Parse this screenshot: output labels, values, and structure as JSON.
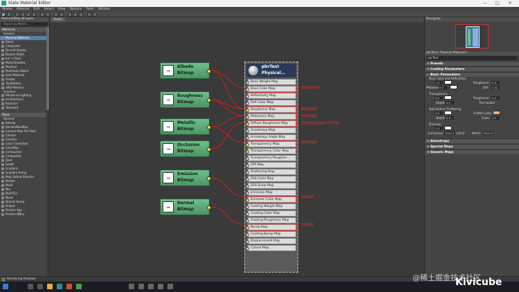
{
  "window": {
    "title": "Slate Material Editor",
    "minimize": "—",
    "maximize": "□",
    "close": "✕"
  },
  "menu": [
    "Modes",
    "Material",
    "Edit",
    "Select",
    "View",
    "Options",
    "Tools",
    "Utilities"
  ],
  "left_panel": {
    "title": "Material/Map Browser",
    "search_placeholder": "Search by Name ...",
    "materials_group": "Materials",
    "general_sub": "General",
    "general_items": [
      "Physical Material",
      "Blend",
      "Composite",
      "DirectX Shader",
      "Double Sided",
      "Ink 'n Paint",
      "Matte/Shadow",
      "Morpher",
      "Multi/Sub-Object",
      "Shell Material",
      "Shellac",
      "Top/Bottom",
      "XRef Material"
    ],
    "scanline_sub": "Scanline",
    "scanline_items": [
      "Advanced Lighting...",
      "Architectural",
      "Raytrace",
      "Standard"
    ],
    "maps_group": "Maps",
    "maps_general_sub": "General",
    "maps_items": [
      "Bitmap",
      "BlendedBoxMap",
      "Camera Map Per Pixel",
      "Cellular",
      "Checker",
      "Color Correction",
      "ColorMap",
      "Combustion",
      "Compositor",
      "Dent",
      "Falloff",
      "Gradient",
      "Gradient Ramp",
      "Map Output Selector",
      "Marble",
      "Mask",
      "Mix",
      "MultiTile",
      "Noise",
      "Normal Bump",
      "Output",
      "Particle Age",
      "Particle MBlur"
    ]
  },
  "view": {
    "tab": "View1"
  },
  "bitmap_nodes": [
    {
      "name": "Albedo",
      "type": "Bitmap"
    },
    {
      "name": "Roughness",
      "type": "Bitmap"
    },
    {
      "name": "Metallic",
      "type": "Bitmap"
    },
    {
      "name": "Occlusion",
      "type": "Bitmap"
    },
    {
      "name": "Emission",
      "type": "Bitmap"
    },
    {
      "name": "Normal",
      "type": "Bitmap"
    }
  ],
  "material_node": {
    "name": "pbrTest",
    "type": "Physical...",
    "slots": [
      "Base Weight Map",
      "Base Color Map",
      "Reflectivity Map",
      "Refl Color Map",
      "Roughness Map",
      "Metalness Map",
      "Diffuse Roughness Map",
      "Anisotropy Map",
      "Anisotropy Angle Map",
      "Transparency Map",
      "Transparency Color Map",
      "Transparency Roughne...",
      "IOR Map",
      "Scattering Map",
      "SSS Color Map",
      "SSS Scale Map",
      "Emission Map",
      "Emission Color Map",
      "Coating Weight Map",
      "Coating Color Map",
      "Coating Roughness Map",
      "Bump Map",
      "Coating Bump Map",
      "Displacement Map",
      "Cutout Map"
    ]
  },
  "annotations": {
    "base_color": "基本颜色贴图",
    "roughness": "粗糙度贴图",
    "metalness": "金属度贴图",
    "diffuse_roughness": "漫反射粗糙度贴图 环境遮蔽",
    "transparency": "透明度贴图",
    "emission": "发光贴图",
    "bump": "法线贴图"
  },
  "navigator": {
    "title": "Navigator"
  },
  "properties": {
    "title": "pbrTest  ( Physical Material )",
    "material_name": "pbrTest",
    "presets": "Presets",
    "coating_params": "Coating Parameters",
    "basic_params": "Basic Parameters",
    "base_color_refl": "Base Color and Reflections",
    "roughness_label": "Roughness:",
    "roughness_val": "0.0",
    "metalness_label": "Metalness:",
    "metalness_val": "0.0",
    "ior_label": "IOR:",
    "ior_val": "1.52",
    "weight_a": "1.0",
    "weight_b": "1.0",
    "transparency": "Transparency",
    "trans_val": "0.0",
    "trans_rough_label": "Roughness:",
    "trans_rough_val": "0.0",
    "depth_label": "Depth:",
    "depth_val": "0.0",
    "thin_walled": "Thin-walled",
    "sss": "Sub-Surface Scattering",
    "sss_val": "0.0",
    "scatter_color_label": "Scatter Color:",
    "sss_depth_val": "0.0",
    "scale_label": "Scale:",
    "scale_val": "1.0",
    "emission": "Emission",
    "emission_val": "1.0",
    "luminance_label": "Luminance:",
    "luminance_val": "1500.0",
    "luminance_unit": "cd/m2",
    "kelvin_label": "Kelvin:",
    "kelvin_val": "6500.0",
    "anisotropy": "Anisotropy",
    "special_maps": "Special Maps",
    "generic_maps": "Generic Maps"
  },
  "status": {
    "text": "Rendering finished"
  },
  "watermark": {
    "line1": "@稀土掘金技术社区",
    "line2": "Kivicube"
  }
}
